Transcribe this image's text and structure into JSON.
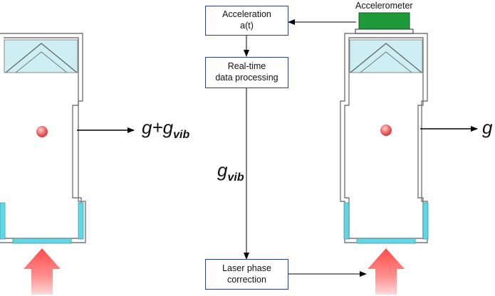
{
  "boxes": {
    "acceleration": {
      "line1": "Acceleration",
      "line2": "a(t)"
    },
    "processing": {
      "line1": "Real-time",
      "line2": "data processing"
    },
    "laser": {
      "line1": "Laser phase",
      "line2": "correction"
    }
  },
  "accelerometer_label": "Accelerometer",
  "labels": {
    "left_output": {
      "base": "g+g",
      "sub": "vib"
    },
    "mid_signal": {
      "base": "g",
      "sub": "vib"
    },
    "right_output": {
      "base": "g"
    }
  },
  "colors": {
    "box_border": "#2b3f9a",
    "accelerometer": "#1f9a3a",
    "chamber_top": "#cdeef3",
    "chamber_bottom": "#5fd7e4",
    "laser_arrow": "#f04545",
    "atom": "#e85555"
  }
}
